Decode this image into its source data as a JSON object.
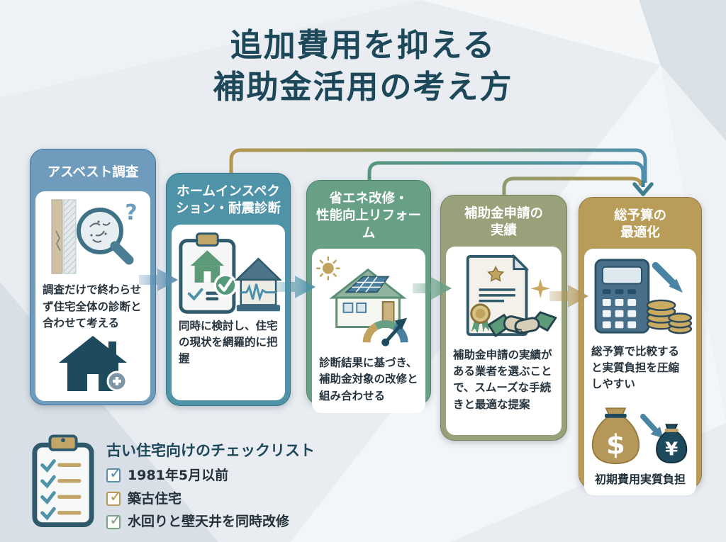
{
  "title": {
    "line1": "追加費用を抑える",
    "line2": "補助金活用の考え方"
  },
  "steps": [
    {
      "header_line1": "アスベスト調査",
      "body": "調査だけで終わらせず住宅全体の診断と合わせて考える",
      "accent_color": "#6f9cbd",
      "question_glyph": "?"
    },
    {
      "header_line1": "ホームインスペク",
      "header_line2": "ション・耐震診断",
      "body": "同時に検討し、住宅の現状を網羅的に把握",
      "accent_color": "#4f93a8"
    },
    {
      "header_line1": "省エネ改修・",
      "header_line2": "性能向上リフォーム",
      "body": "診断結果に基づき、補助金対象の改修と組み合わせる",
      "accent_color": "#68a086"
    },
    {
      "header_line1": "補助金申請の",
      "header_line2": "実績",
      "body": "補助金申請の実績がある業者を選ぶことで、スムーズな手続きと最適な提案",
      "accent_color": "#99a17a"
    },
    {
      "header_line1": "総予算の",
      "header_line2": "最適化",
      "body": "総予算で比較すると実質負担を圧縮しやすい",
      "accent_color": "#b99c57",
      "bag_left_symbol": "$",
      "bag_left_label": "初期費用",
      "bag_right_symbol": "¥",
      "bag_right_label": "実質負担"
    }
  ],
  "checklist": {
    "title": "古い住宅向けのチェックリスト",
    "items": [
      {
        "label": "1981年5月以前",
        "check_color": "#5b8fa8"
      },
      {
        "label": "築古住宅",
        "check_color": "#b5985a"
      },
      {
        "label": "水回りと壁天井を同時改修",
        "check_color": "#7aa389"
      }
    ]
  },
  "icons": {
    "step1": [
      "wall-inspection-magnifier-icon",
      "question-mark-glyph",
      "house-plus-icon"
    ],
    "step2": [
      "inspection-clipboard-icon",
      "seismic-wave-house-icon"
    ],
    "step3": [
      "sun-icon",
      "solar-house-icon",
      "performance-gauge-icon"
    ],
    "step4": [
      "certificate-ribbon-icon",
      "handshake-icon",
      "sparkle-icon"
    ],
    "step5": [
      "calculator-icon",
      "cost-decrease-arrow-icon",
      "coin-stacks-icon",
      "money-bag-dollar-icon",
      "money-bag-yen-icon"
    ],
    "checklist": "checklist-clipboard-icon"
  },
  "colors": {
    "background": "#e9edf1",
    "title_text": "#1d4859",
    "body_text": "#27333d",
    "card_blue": "#6f9cbd",
    "card_teal": "#4f93a8",
    "card_green": "#68a086",
    "card_olive": "#99a17a",
    "card_gold": "#b99c57",
    "arrow_blue": "#5c90b4",
    "arrow_teal": "#4f93a8",
    "arrow_green": "#68a086",
    "arrow_gold": "#b5985a",
    "connector_gold": "#b3974f",
    "connector_green": "#58967e",
    "connector_teal": "#4e8fae"
  }
}
